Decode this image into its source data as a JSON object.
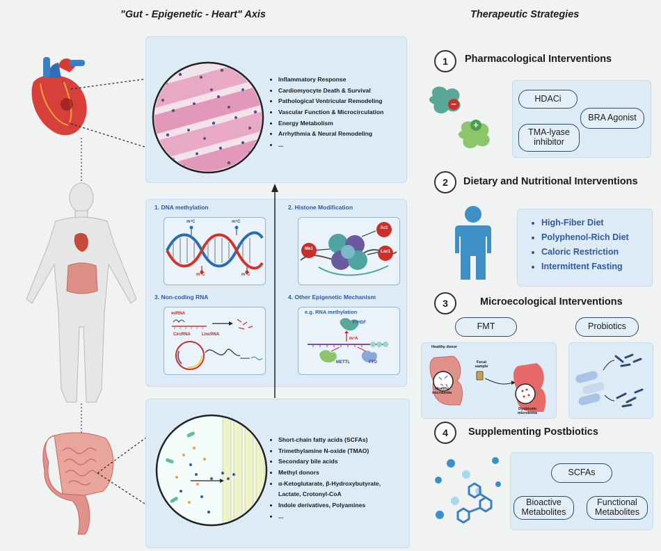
{
  "titles": {
    "left": "\"Gut - Epigenetic - Heart\" Axis",
    "right": "Therapeutic Strategies"
  },
  "heart_effects": [
    "Inflammatory Response",
    "Cardiomyocyte Death & Survival",
    "Pathological Ventricular Remodeling",
    "Vascular Function & Microcirculation",
    "Energy Metabolism",
    "Arrhythmia & Neural Remodeling",
    "..."
  ],
  "epigenetics": {
    "dna_methylation": {
      "label": "1.  DNA methylation",
      "marks": [
        "m⁵C",
        "m⁵C",
        "m⁵C",
        "m⁵C"
      ]
    },
    "histone": {
      "label": "2. Histone Modification",
      "marks": [
        "Ac1",
        "Me1",
        "Lac1"
      ]
    },
    "ncrna": {
      "label": "3. Non-coding RNA",
      "mirna": "miRNA",
      "circrna": "CircRNA",
      "lincrna": "LincRNA"
    },
    "other": {
      "label": "4. Other Epigenetic Mechanism",
      "example": "e.g. RNA methylation",
      "ythdf": "YTHDF",
      "m6a": "m⁶A",
      "mettl": "METTL",
      "fto": "FTO"
    }
  },
  "gut_metabolites": [
    "Short-chain fatty acids (SCFAs)",
    "Trimethylamine N-oxide (TMAO)",
    "Secondary bile acids",
    "Methyl donors",
    "α-Ketoglutarate, β-Hydroxybutyrate,",
    "Lactate, Crotonyl-CoA",
    "Indole derivatives, Polyamines",
    "..."
  ],
  "strategies": {
    "s1": {
      "number": "1",
      "title": "Pharmacological Interventions",
      "items": [
        "HDACi",
        "BRA Agonist",
        "TMA-lyase inhibitor"
      ],
      "minus": "−",
      "plus": "+"
    },
    "s2": {
      "number": "2",
      "title": "Dietary and Nutritional Interventions",
      "items": [
        "High-Fiber Diet",
        "Polyphenol-Rich Diet",
        "Caloric Restriction",
        "Intermittent Fasting"
      ]
    },
    "s3": {
      "number": "3",
      "title": "Microecological Interventions",
      "fmt": "FMT",
      "probiotics": "Probiotics",
      "healthy_donor": "Healthy donor",
      "fecal_sample": "Fecal sample",
      "healthy_microbiota": "Healthy microbiota",
      "dysbiosis_microbiota": "Dysbiosis microbiota"
    },
    "s4": {
      "number": "4",
      "title": "Supplementing Postbiotics",
      "items": [
        "SCFAs",
        "Bioactive Metabolites",
        "Functional Metabolites"
      ]
    }
  },
  "colors": {
    "panel": "#dcebf5",
    "label_blue": "#2f5aa0",
    "dna_blue": "#2a6db0",
    "dna_red": "#d0342c",
    "histone_teal": "#4fa3a0",
    "histone_purple": "#6a5a9e",
    "mark_red": "#c9302c",
    "pill_border": "#2f4a6e",
    "person_blue": "#3d8fc6",
    "enzyme_teal": "#5aa89a",
    "enzyme_green": "#8cc66a"
  }
}
